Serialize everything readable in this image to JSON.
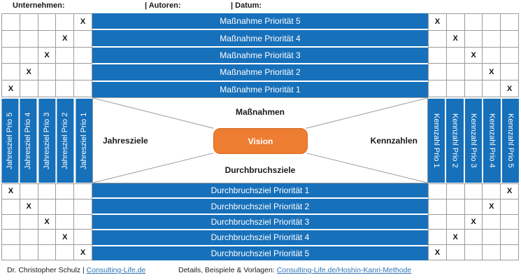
{
  "header": {
    "company_label": "Unternehmen:",
    "authors_label": "| Autoren:",
    "date_label": "| Datum:"
  },
  "colors": {
    "bar_blue": "#1770BA",
    "vision_orange": "#ED7D31",
    "grid_line": "#9B9B9B",
    "link_blue": "#2E75B6"
  },
  "mark": "X",
  "top_bars": [
    "Maßnahme Priorität 5",
    "Maßnahme Priorität 4",
    "Maßnahme Priorität 3",
    "Maßnahme Priorität 2",
    "Maßnahme Priorität 1"
  ],
  "bottom_bars": [
    "Durchbruchsziel Priorität 1",
    "Durchbruchsziel Priorität 2",
    "Durchbruchsziel Priorität 3",
    "Durchbruchsziel Priorität 4",
    "Durchbruchsziel Priorität 5"
  ],
  "left_columns": [
    "Jahresziel Prio 5",
    "Jahresziel Prio 4",
    "Jahresziel Prio 3",
    "Jahresziel Prio 2",
    "Jahresziel Prio 1"
  ],
  "right_columns": [
    "Kennzahl Prio 1",
    "Kennzahl Prio 2",
    "Kennzahl Prio 3",
    "Kennzahl Prio 4",
    "Kennzahl Prio 5"
  ],
  "grids": {
    "top_left": [
      [
        0,
        4
      ],
      [
        1,
        3
      ],
      [
        2,
        2
      ],
      [
        3,
        1
      ],
      [
        4,
        0
      ]
    ],
    "top_right": [
      [
        0,
        0
      ],
      [
        1,
        1
      ],
      [
        2,
        2
      ],
      [
        3,
        3
      ],
      [
        4,
        4
      ]
    ],
    "bottom_left": [
      [
        0,
        0
      ],
      [
        1,
        1
      ],
      [
        2,
        2
      ],
      [
        3,
        3
      ],
      [
        4,
        4
      ]
    ],
    "bottom_right": [
      [
        0,
        4
      ],
      [
        1,
        3
      ],
      [
        2,
        2
      ],
      [
        3,
        1
      ],
      [
        4,
        0
      ]
    ]
  },
  "center": {
    "top_label": "Maßnahmen",
    "left_label": "Jahresziele",
    "right_label": "Kennzahlen",
    "bottom_label": "Durchbruchsziele",
    "vision_label": "Vision"
  },
  "footer": {
    "author_text": "Dr. Christopher Schulz | ",
    "author_link": "Consulting-Life.de",
    "details_text": "Details, Beispiele & Vorlagen: ",
    "details_link": "Consulting-Life.de/Hoshin-Kanri-Methode"
  }
}
